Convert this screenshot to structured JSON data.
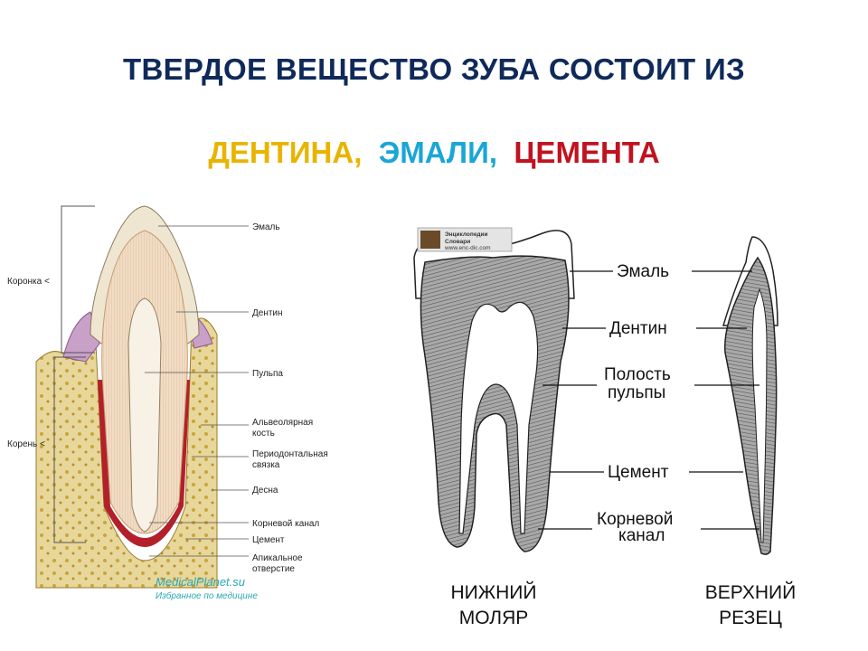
{
  "title": "ТВЕРДОЕ ВЕЩЕСТВО ЗУБА СОСТОИТ ИЗ",
  "subtitle": {
    "dentin": "ДЕНТИНА",
    "sep1": ",",
    "enamel": "ЭМАЛИ",
    "sep2": ",",
    "cement": "ЦЕМЕНТА"
  },
  "colors": {
    "title": "#0f2a5a",
    "dentin": "#e8b400",
    "enamel": "#1aa6d6",
    "cement": "#c1121f"
  },
  "left_figure": {
    "brackets": {
      "crown": "Коронка <",
      "root": "Корень <"
    },
    "labels": {
      "enamel": "Эмаль",
      "dentin": "Дентин",
      "pulp": "Пульпа",
      "alveolar_1": "Альвеолярная",
      "alveolar_2": "кость",
      "periodontal_1": "Периодонтальная",
      "periodontal_2": "связка",
      "gum": "Десна",
      "root_canal": "Корневой канал",
      "cement": "Цемент",
      "apical_1": "Апикальное",
      "apical_2": "отверстие"
    },
    "watermark": {
      "line1": "MedicalPlanet.su",
      "line2": "Избранное по медицине"
    }
  },
  "right_figure": {
    "logo": {
      "line1": "Энциклопедии",
      "line2": "Словари",
      "line3": "www.enc-dic.com"
    },
    "labels": {
      "enamel": "Эмаль",
      "dentin": "Дентин",
      "pulp_1": "Полость",
      "pulp_2": "пульпы",
      "cement": "Цемент",
      "canal_1": "Корневой",
      "canal_2": "канал"
    },
    "captions": {
      "molar_1": "НИЖНИЙ",
      "molar_2": "МОЛЯР",
      "incisor_1": "ВЕРХНИЙ",
      "incisor_2": "РЕЗЕЦ"
    }
  }
}
